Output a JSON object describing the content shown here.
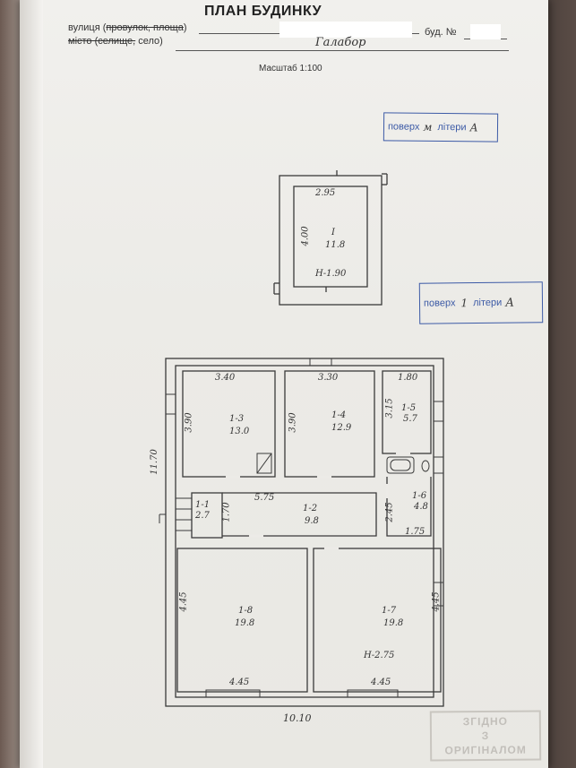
{
  "header": {
    "title": "ПЛАН БУДИНКУ",
    "street_label_prefix": "вулиця (",
    "street_label_strike": "провулок, площа",
    "street_label_suffix": ")",
    "building_label": "буд. №",
    "city_label_strike": "місто (селище,",
    "city_label_suffix": " село)",
    "city_value": "Галабор",
    "scale": "Масштаб 1:100"
  },
  "stamps": {
    "upper": {
      "prefix": "поверх",
      "value": "м",
      "mid": "літери",
      "letter": "А"
    },
    "lower": {
      "prefix": "поверх",
      "value": "1",
      "mid": "літери",
      "letter": "А"
    },
    "bottom": {
      "line1": "ЗГІДНО",
      "line2": "З ОРИГІНАЛОМ"
    }
  },
  "mansard": {
    "width": "2.95",
    "depth": "4.00",
    "room_id": "I",
    "room_area": "11.8",
    "height": "H-1.90"
  },
  "ground_floor": {
    "overall_depth": "11.70",
    "overall_width": "10.10",
    "rooms": [
      {
        "id": "1-3",
        "area": "13.0",
        "width": "3.40",
        "depth": "3.90"
      },
      {
        "id": "1-4",
        "area": "12.9",
        "width": "3.30",
        "depth": "3.90"
      },
      {
        "id": "1-5",
        "area": "5.7",
        "width": "1.80",
        "depth": "3.15"
      },
      {
        "id": "1-1",
        "area": "2.7",
        "depth": "1.70"
      },
      {
        "id": "1-2",
        "area": "9.8",
        "width": "5.75"
      },
      {
        "id": "1-6",
        "area": "4.8",
        "width": "1.75",
        "depth": "2.45"
      },
      {
        "id": "1-8",
        "area": "19.8",
        "width": "4.45",
        "depth": "4.45"
      },
      {
        "id": "1-7",
        "area": "19.8",
        "width": "4.45",
        "depth": "4.45",
        "height": "H-2.75"
      }
    ]
  }
}
